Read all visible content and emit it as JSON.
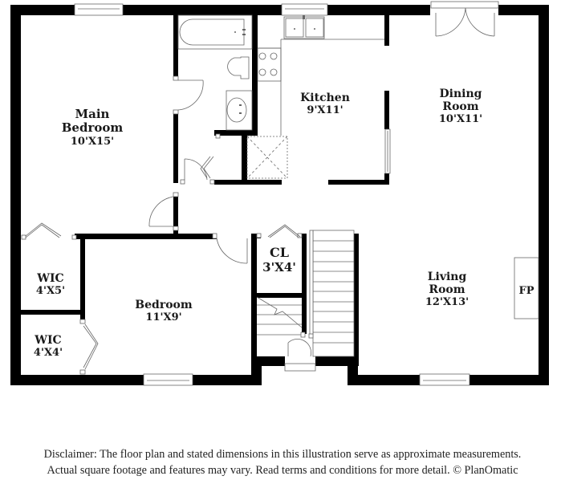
{
  "floor_plan": {
    "rooms": [
      {
        "id": "main-bedroom",
        "name": "Main Bedroom",
        "name_lines": [
          "Main",
          "Bedroom"
        ],
        "dimensions": "10'X15'"
      },
      {
        "id": "kitchen",
        "name": "Kitchen",
        "name_lines": [
          "Kitchen"
        ],
        "dimensions": "9'X11'"
      },
      {
        "id": "dining-room",
        "name": "Dining Room",
        "name_lines": [
          "Dining",
          "Room"
        ],
        "dimensions": "10'X11'"
      },
      {
        "id": "wic-1",
        "name": "WIC",
        "name_lines": [
          "WIC"
        ],
        "dimensions": "4'X5'"
      },
      {
        "id": "wic-2",
        "name": "WIC",
        "name_lines": [
          "WIC"
        ],
        "dimensions": "4'X4'"
      },
      {
        "id": "bedroom",
        "name": "Bedroom",
        "name_lines": [
          "Bedroom"
        ],
        "dimensions": "11'X9'"
      },
      {
        "id": "closet",
        "name": "CL",
        "name_lines": [
          "CL"
        ],
        "dimensions": "3'X4'"
      },
      {
        "id": "living-room",
        "name": "Living Room",
        "name_lines": [
          "Living",
          "Room"
        ],
        "dimensions": "12'X13'"
      }
    ],
    "fixtures": {
      "fireplace_label": "FP"
    }
  },
  "disclaimer": {
    "line1": "Disclaimer: The floor plan and stated dimensions in this illustration serve as approximate measurements.",
    "line2": "Actual square footage and features may vary. Read terms and conditions for more detail. © PlanOmatic"
  },
  "colors": {
    "wall": "#000000",
    "fixture_line": "#666666",
    "background": "#ffffff"
  }
}
